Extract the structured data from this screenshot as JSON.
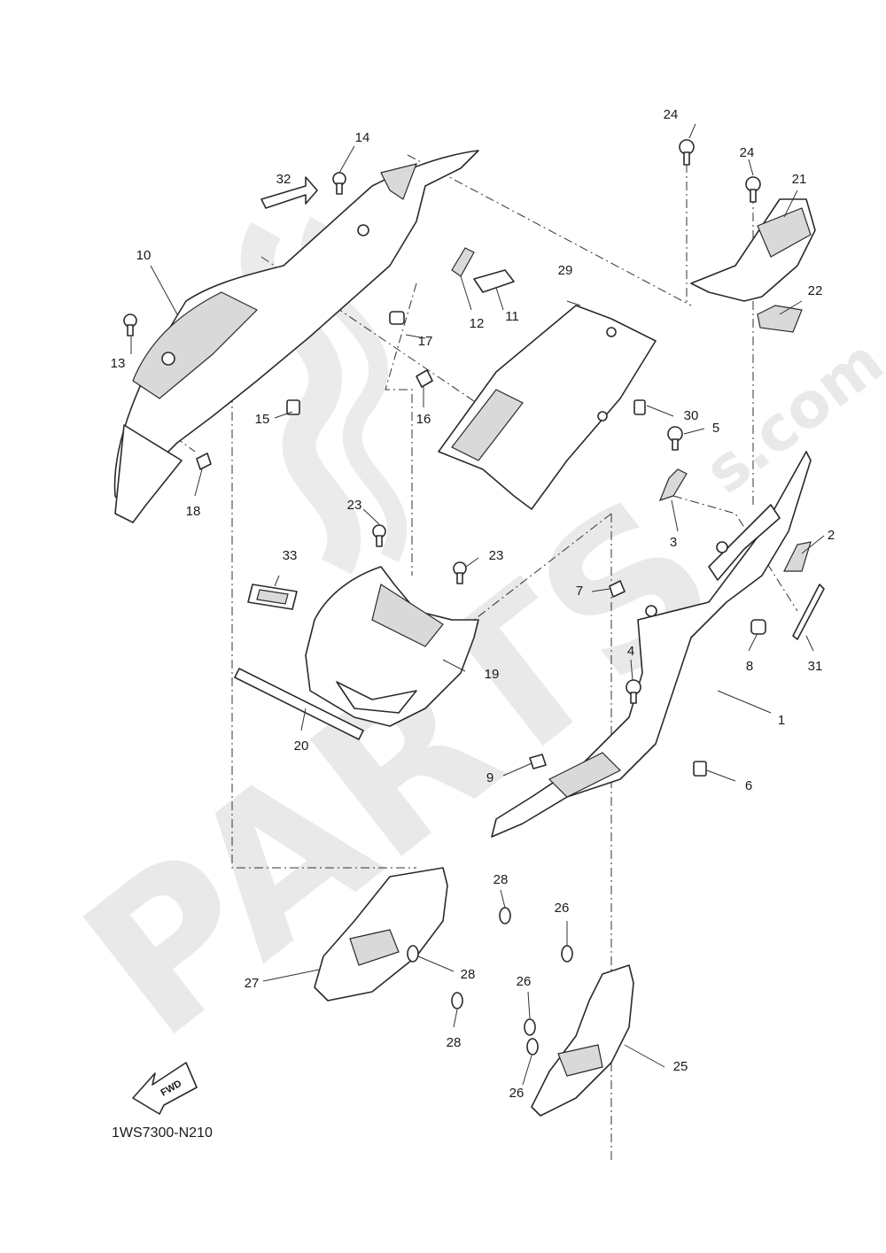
{
  "diagram": {
    "catalog_ref": "1WS7300-N210",
    "fwd_label": "FWD",
    "watermark": {
      "brand": "PARTS",
      "suffix": "s.com",
      "color": "#cfcfcf"
    },
    "callouts": [
      {
        "id": "1",
        "label": "1"
      },
      {
        "id": "2",
        "label": "2"
      },
      {
        "id": "3",
        "label": "3"
      },
      {
        "id": "4",
        "label": "4"
      },
      {
        "id": "5",
        "label": "5"
      },
      {
        "id": "6",
        "label": "6"
      },
      {
        "id": "7",
        "label": "7"
      },
      {
        "id": "8",
        "label": "8"
      },
      {
        "id": "9",
        "label": "9"
      },
      {
        "id": "10",
        "label": "10"
      },
      {
        "id": "11",
        "label": "11"
      },
      {
        "id": "12",
        "label": "12"
      },
      {
        "id": "13",
        "label": "13"
      },
      {
        "id": "14",
        "label": "14"
      },
      {
        "id": "15",
        "label": "15"
      },
      {
        "id": "16",
        "label": "16"
      },
      {
        "id": "17",
        "label": "17"
      },
      {
        "id": "18",
        "label": "18"
      },
      {
        "id": "19",
        "label": "19"
      },
      {
        "id": "20",
        "label": "20"
      },
      {
        "id": "21",
        "label": "21"
      },
      {
        "id": "22",
        "label": "22"
      },
      {
        "id": "23a",
        "label": "23"
      },
      {
        "id": "23b",
        "label": "23"
      },
      {
        "id": "24a",
        "label": "24"
      },
      {
        "id": "24b",
        "label": "24"
      },
      {
        "id": "25",
        "label": "25"
      },
      {
        "id": "26a",
        "label": "26"
      },
      {
        "id": "26b",
        "label": "26"
      },
      {
        "id": "26c",
        "label": "26"
      },
      {
        "id": "27",
        "label": "27"
      },
      {
        "id": "28a",
        "label": "28"
      },
      {
        "id": "28b",
        "label": "28"
      },
      {
        "id": "28c",
        "label": "28"
      },
      {
        "id": "29",
        "label": "29"
      },
      {
        "id": "30",
        "label": "30"
      },
      {
        "id": "31",
        "label": "31"
      },
      {
        "id": "32",
        "label": "32"
      },
      {
        "id": "33",
        "label": "33"
      }
    ]
  }
}
